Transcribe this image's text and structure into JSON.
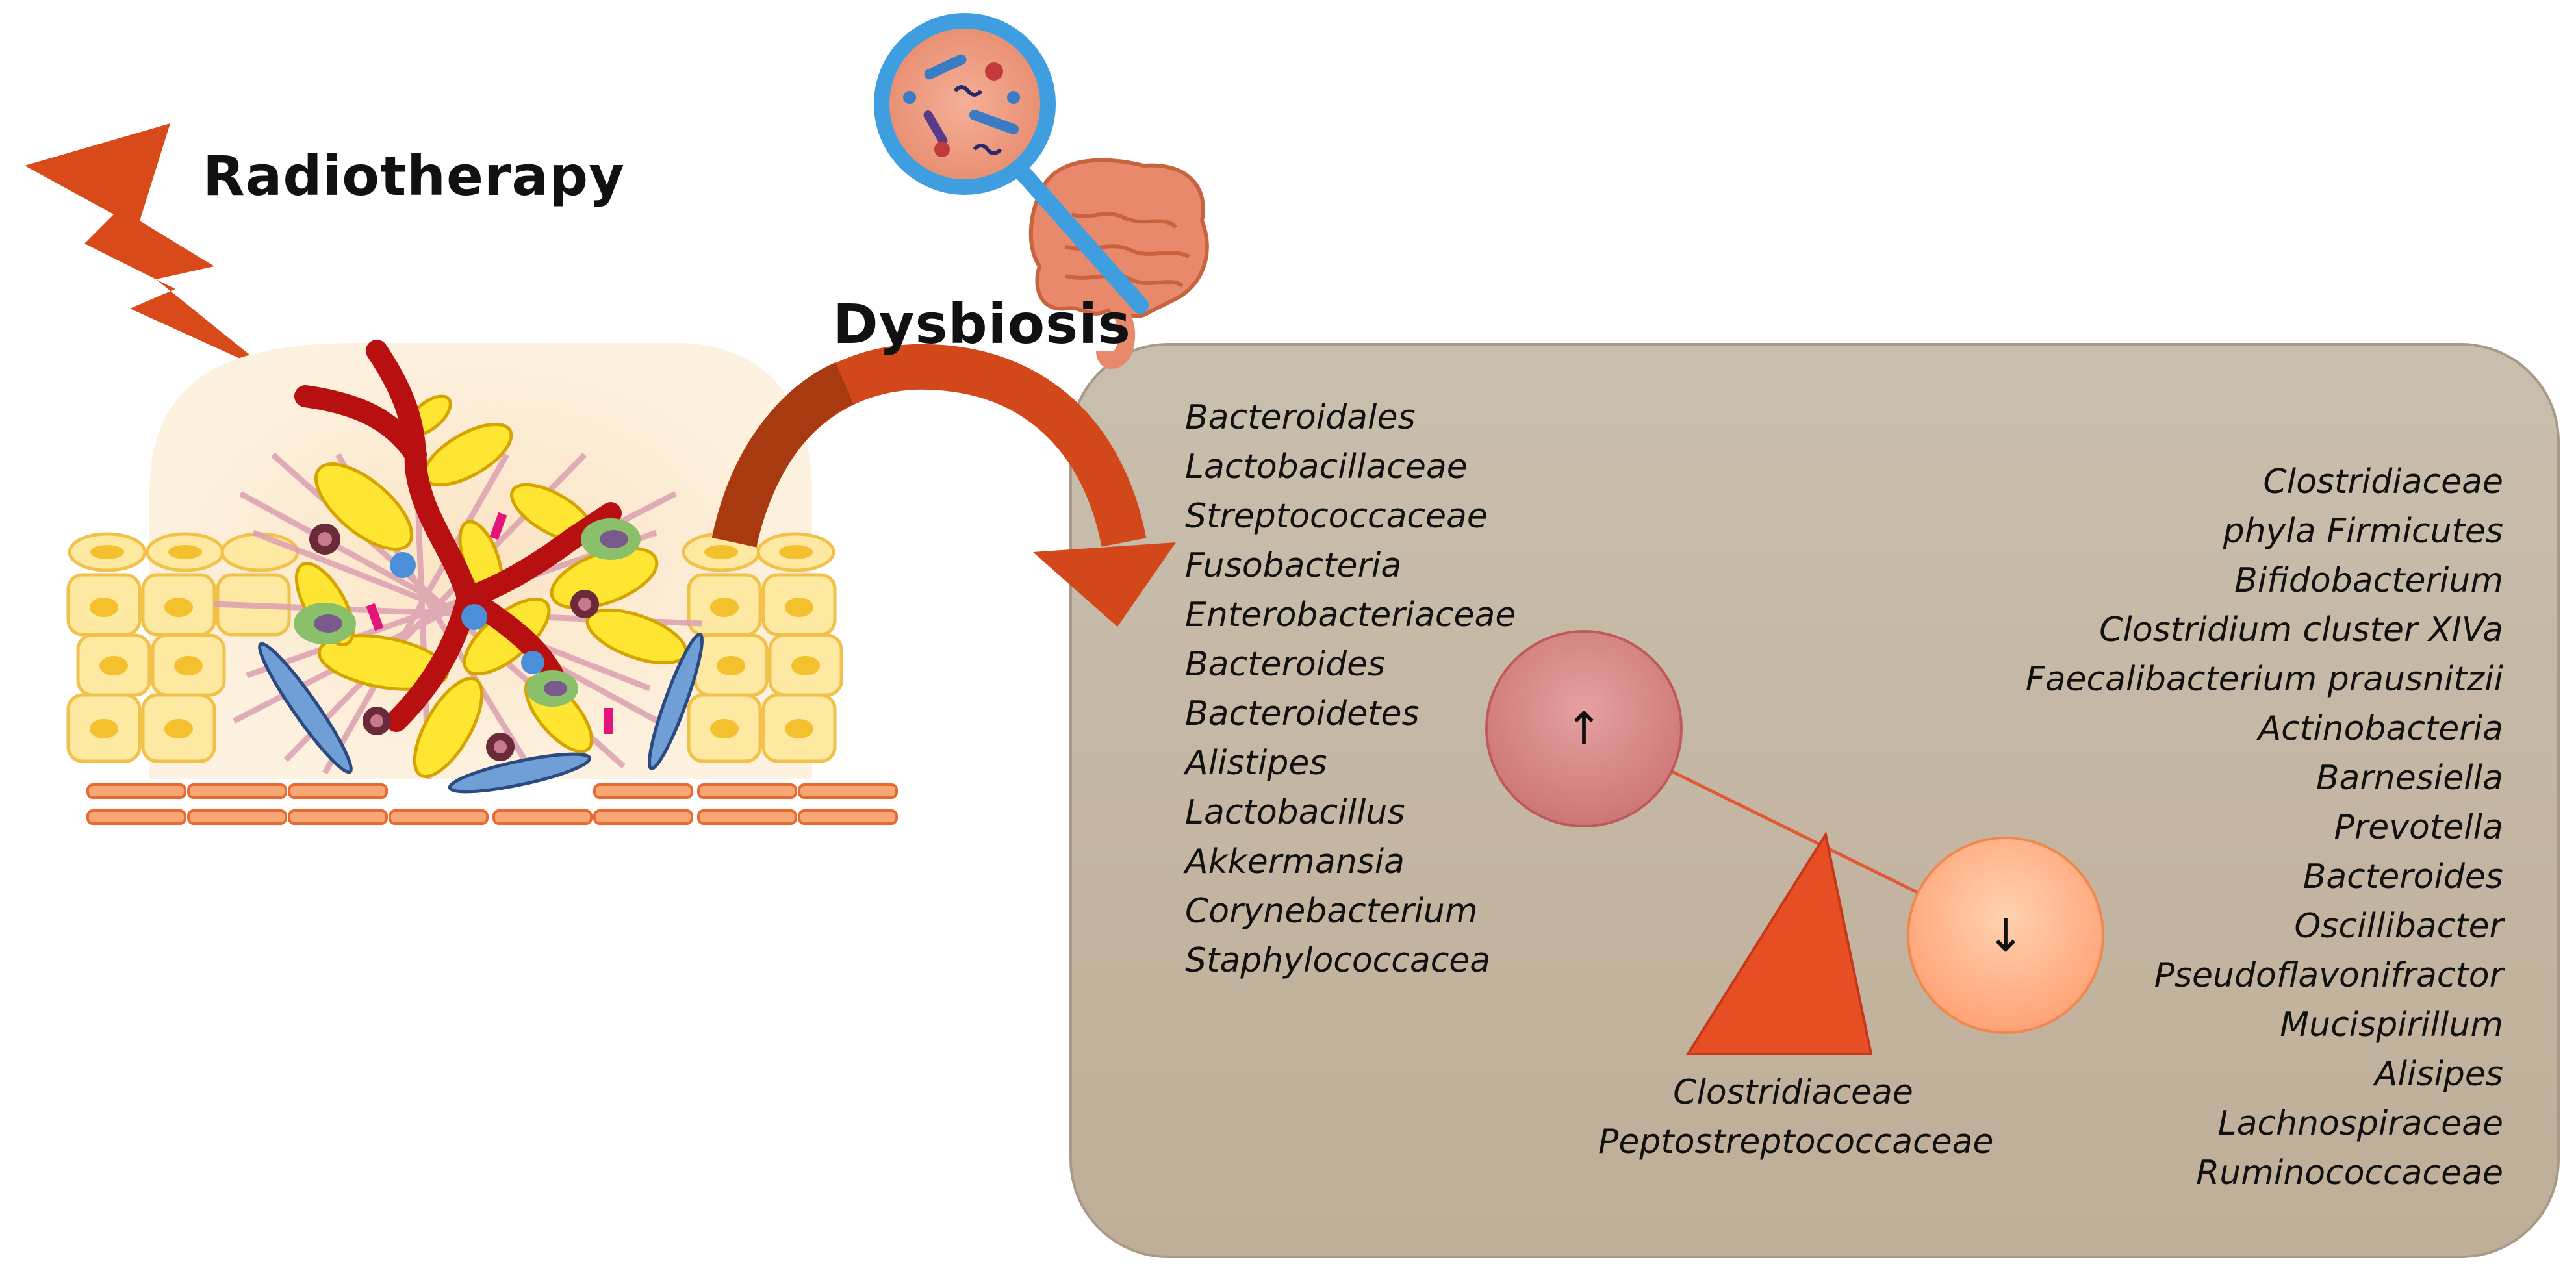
{
  "labels": {
    "radiotherapy": "Radiotherapy",
    "dysbiosis": "Dysbiosis"
  },
  "increased_taxa": [
    "Bacteroidales",
    "Lactobacillaceae",
    "Streptococcaceae",
    "Fusobacteria",
    "Enterobacteriaceae",
    "Bacteroides",
    "Bacteroidetes",
    "Alistipes",
    "Lactobacillus",
    "Akkermansia",
    "Corynebacterium",
    "Staphylococcacea"
  ],
  "decreased_taxa": [
    "Clostridiaceae",
    "phyla Firmicutes",
    "Bifidobacterium",
    "Clostridium cluster XIVa",
    "Faecalibacterium prausnitzii",
    "Actinobacteria",
    "Barnesiella",
    "Prevotella",
    "Bacteroides",
    "Oscillibacter",
    "Pseudoflavonifractor",
    "Mucispirillum",
    "Alisipes",
    "Lachnospiraceae",
    "Ruminococcaceae"
  ],
  "fulcrum_taxa": [
    "Clostridiaceae",
    "Peptostreptococcaceae"
  ],
  "symbols": {
    "up": "↑",
    "down": "↓"
  },
  "colors": {
    "bolt": "#d94a1a",
    "panel": "#c8bba8",
    "curved_arrow": "#d2481a",
    "up_circle": "#d98a8a",
    "down_circle": "#ffb890",
    "fulcrum": "#e84e24",
    "vessel": "#b81010",
    "magnifier_ring": "#3e9ee0"
  }
}
